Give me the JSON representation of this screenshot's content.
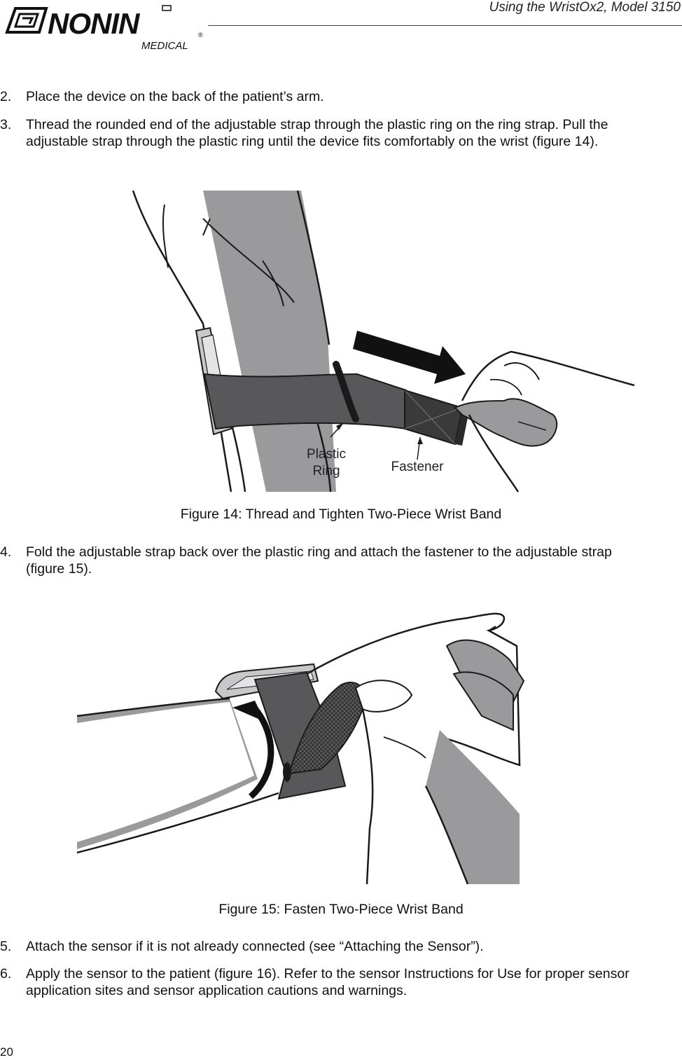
{
  "header": {
    "logo_wordmark": "NONIN",
    "logo_subtext": "MEDICAL",
    "title": "Using the WristOx2, Model 3150"
  },
  "steps": [
    {
      "num": "2.",
      "text": "Place the device on the back of the patient’s arm."
    },
    {
      "num": "3.",
      "text": "Thread the rounded end of the adjustable strap through the plastic ring on the ring strap. Pull the adjustable strap through the plastic ring until the device fits comfortably on the wrist (figure 14)."
    },
    {
      "num": "4.",
      "text": "Fold the adjustable strap back over the plastic ring and attach the fastener to the adjustable strap (figure 15)."
    },
    {
      "num": "5.",
      "text": "Attach the sensor if it is not already connected (see “Attaching the Sensor”)."
    },
    {
      "num": "6.",
      "text": "Apply the sensor to the patient (figure 16). Refer to the sensor Instructions for Use for proper sensor application sites and sensor application cautions and warnings."
    }
  ],
  "figures": [
    {
      "caption": "Figure 14: Thread and Tighten Two-Piece Wrist Band",
      "callouts": {
        "plastic_ring_line1": "Plastic",
        "plastic_ring_line2": "Ring",
        "fastener": "Fastener"
      }
    },
    {
      "caption": "Figure 15: Fasten Two-Piece Wrist Band"
    }
  ],
  "page_number": "20",
  "colors": {
    "strap": "#58585a",
    "fastener": "#3a3a3a",
    "shadow": "#9a9a9c",
    "outline": "#1a1a1a"
  }
}
